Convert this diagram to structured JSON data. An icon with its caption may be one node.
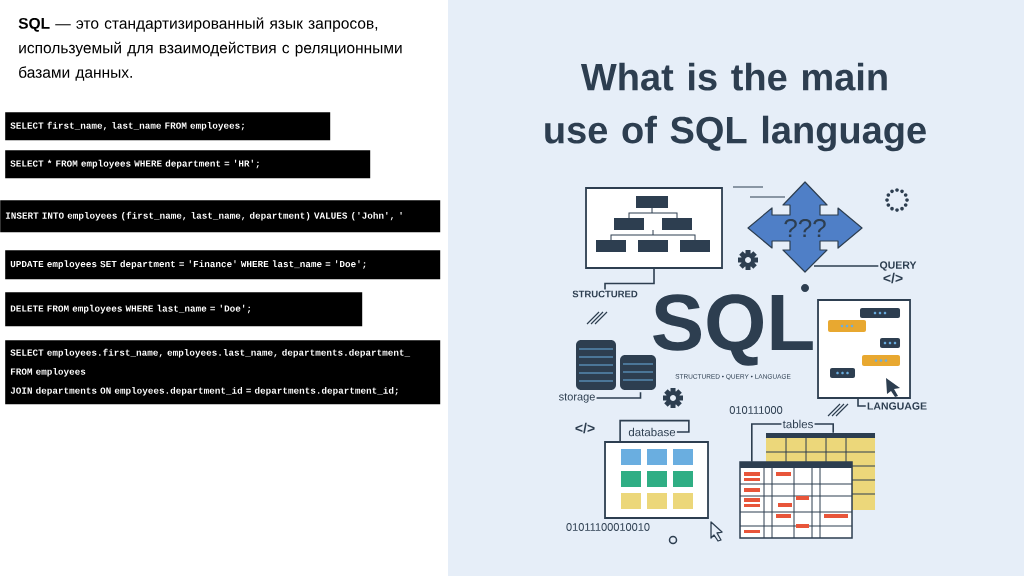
{
  "diagram": {
    "title": "What is the main use of SQL language",
    "nodes": [
      {
        "text": [
          "SELECT first_name, last_name FROM employees;"
        ]
      },
      {
        "text": [
          "SELECT * FROM employees WHERE department = 'HR';"
        ]
      },
      {
        "text": [
          "INSERT INTO employees (first_name, last_name, department) VALUES ('John', '"
        ]
      },
      {
        "text": [
          "UPDATE employees SET department = 'Finance' WHERE last_name = 'Doe';"
        ]
      },
      {
        "text": [
          "DELETE FROM employees WHERE last_name = 'Doe';"
        ]
      },
      {
        "text": [
          "SELECT employees.first_name, employees.last_name, departments.department_",
          "FROM employees",
          "JOIN departments ON employees.department_id = departments.department_id;"
        ]
      },
      {
        "text": [],
        "shape": "picture"
      },
      {
        "text": [
          "STRUCTURED"
        ]
      },
      {
        "text": [
          "???"
        ]
      },
      {
        "text": [
          "QUERY"
        ]
      },
      {
        "text": [],
        "shape": "picture"
      },
      {
        "text": [
          "storage"
        ]
      },
      {
        "text": [],
        "shape": "picture"
      },
      {
        "text": [
          "LANGUAGE"
        ]
      },
      {
        "text": [
          "database"
        ]
      },
      {
        "text": [],
        "shape": "picture"
      },
      {
        "text": [
          "tables"
        ]
      },
      {
        "text": [],
        "shape": "picture"
      }
    ],
    "edges": [
      {
        "from": 7,
        "to": 6,
        "arrow": "none"
      },
      {
        "from": 9,
        "to": 8,
        "arrow": "none"
      },
      {
        "from": 11,
        "to": 10,
        "arrow": "none"
      },
      {
        "from": 13,
        "to": 12,
        "arrow": "none"
      },
      {
        "from": 14,
        "to": 15,
        "arrow": "none"
      },
      {
        "from": 16,
        "to": 17,
        "arrow": "none"
      }
    ],
    "labels": [
      "**SQL** — это стандартизированный язык запросов, используемый для взаимодействия с реляционными базами данных.",
      "</>",
      "SQL",
      "STRUCTURED • QUERY • LANGUAGE",
      "010111000",
      "</>",
      "01011100010010"
    ]
  }
}
